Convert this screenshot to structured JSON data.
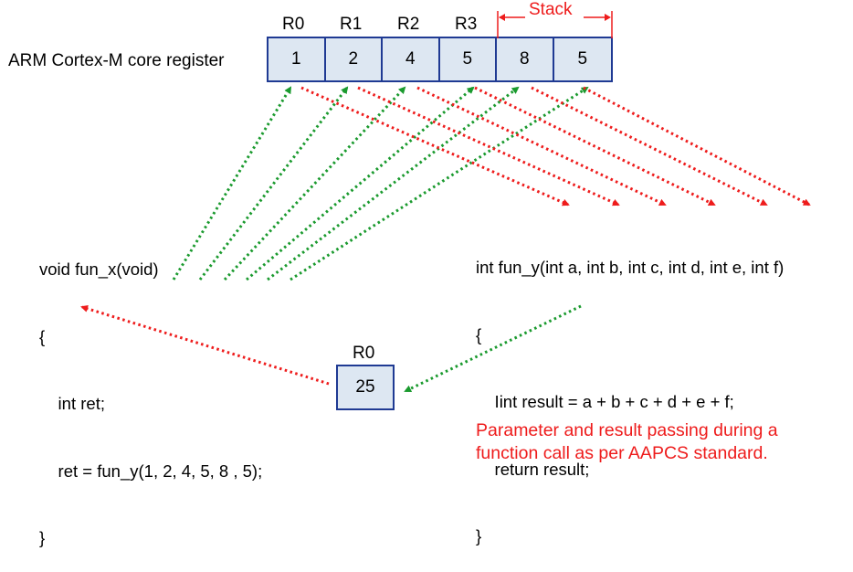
{
  "register_label": "ARM Cortex-M core register",
  "register_headers": [
    "R0",
    "R1",
    "R2",
    "R3"
  ],
  "stack_label": "Stack",
  "register_values": [
    "1",
    "2",
    "4",
    "5",
    "8",
    "5"
  ],
  "caller_code": [
    "void fun_x(void)",
    "{",
    "    int ret;",
    "    ret = fun_y(1, 2, 4, 5, 8 , 5);",
    "}"
  ],
  "callee_code": [
    "int fun_y(int a, int b, int c, int d, int e, int f)",
    "{",
    "    Iint result = a + b + c + d + e + f;",
    "    return result;",
    "}"
  ],
  "result_label": "R0",
  "result_value": "25",
  "note": [
    "Parameter and result passing during a",
    "function call as per AAPCS standard."
  ],
  "colors": {
    "register_fill": "#dde7f2",
    "register_border": "#1f3a93",
    "param_arrow": "#1a9a2e",
    "return_arrow": "#ee1c1c",
    "note": "#ee1c1c"
  }
}
